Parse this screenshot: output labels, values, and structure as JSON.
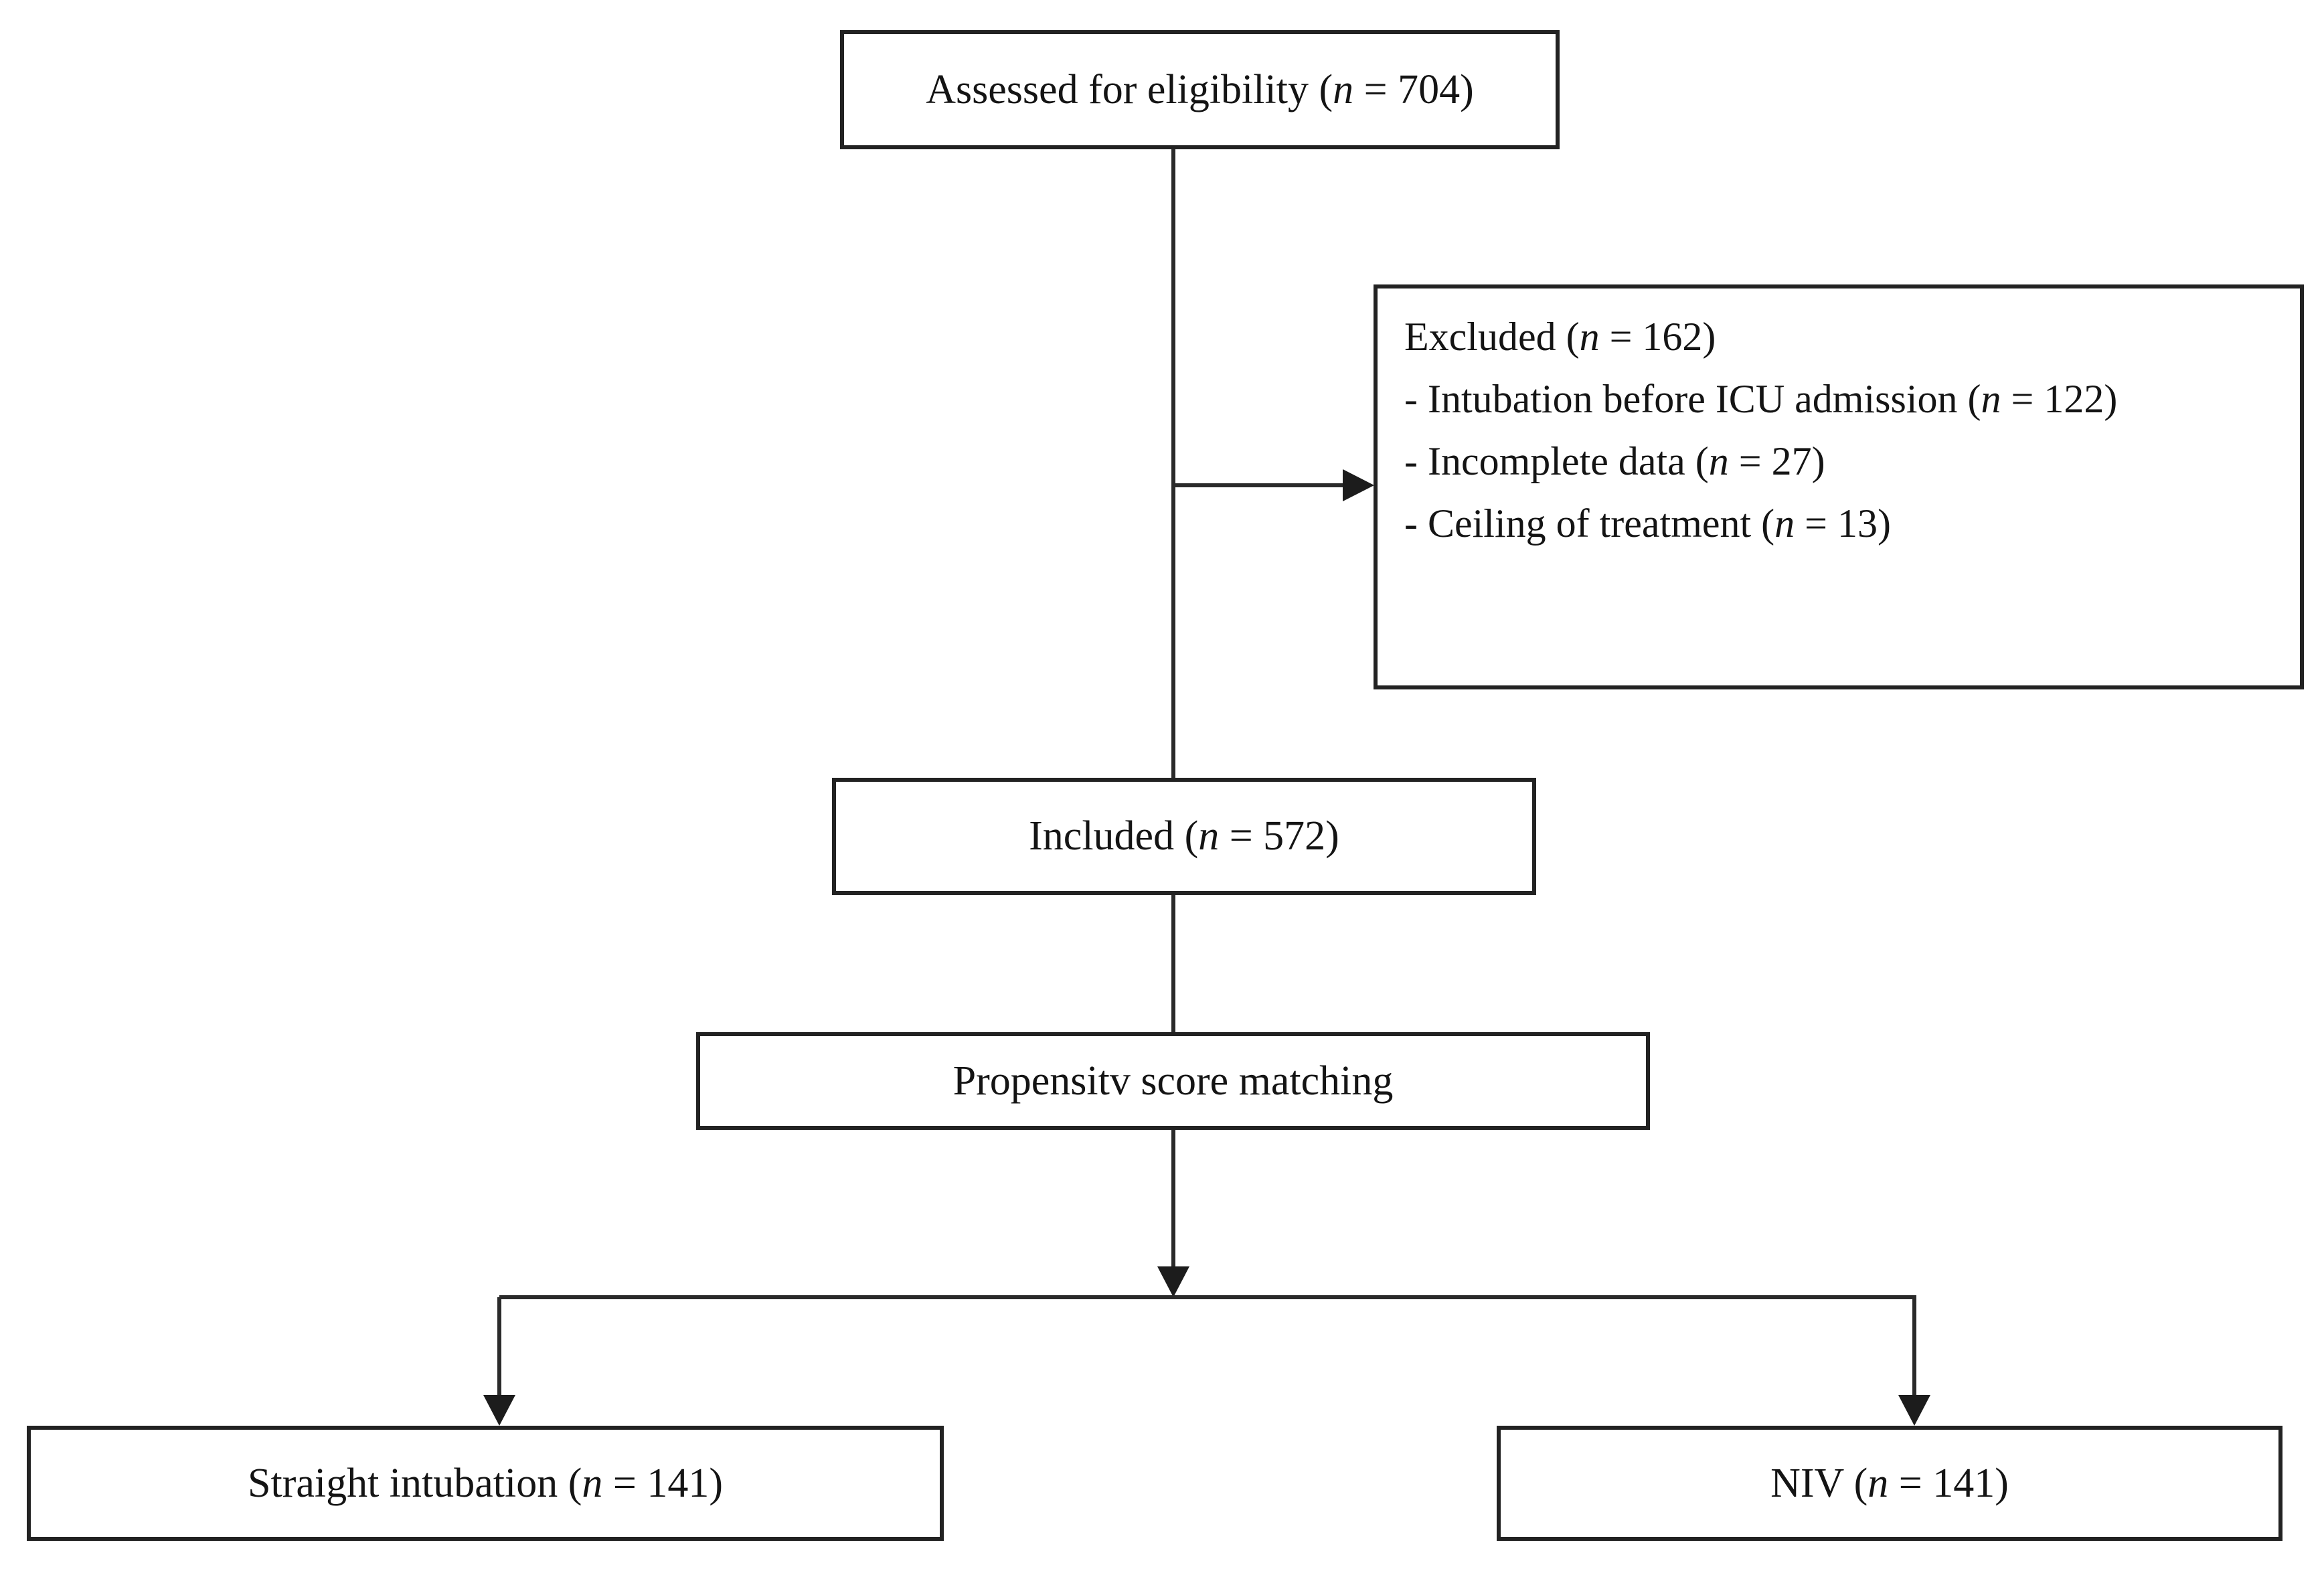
{
  "diagram": {
    "type": "flowchart",
    "boxes": {
      "assessed": {
        "pre": "Assessed for eligibility (",
        "n": "n",
        "post": " = 704)"
      },
      "excluded": {
        "title": {
          "pre": "Excluded (",
          "n": "n",
          "post": " = 162)"
        },
        "items": [
          {
            "pre": "- Intubation before ICU admission (",
            "n": "n",
            "post": " = 122)"
          },
          {
            "pre": "- Incomplete data (",
            "n": "n",
            "post": " = 27)"
          },
          {
            "pre": "- Ceiling of treatment (",
            "n": "n",
            "post": " = 13)"
          }
        ]
      },
      "included": {
        "pre": "Included (",
        "n": "n",
        "post": " = 572)"
      },
      "propensity": {
        "label": "Propensitv score matching"
      },
      "straight_intubation": {
        "pre": "Straight intubation (",
        "n": "n",
        "post": " = 141)"
      },
      "niv": {
        "pre": "NIV (",
        "n": "n",
        "post": " = 141)"
      }
    },
    "counts": {
      "assessed": 704,
      "excluded_total": 162,
      "excluded_intubation_before_icu": 122,
      "excluded_incomplete_data": 27,
      "excluded_ceiling_of_treatment": 13,
      "included": 572,
      "straight_intubation": 141,
      "niv": 141
    },
    "colors": {
      "line": "#2a2a2a",
      "box_border": "#222222",
      "box_bg": "#ffffff",
      "text": "#141414"
    }
  }
}
